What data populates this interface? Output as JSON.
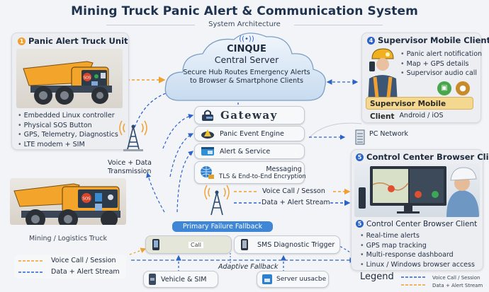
{
  "header": {
    "title": "Mining Truck Panic Alert & Communication System",
    "subtitle": "System Architecture"
  },
  "truck_unit": {
    "number": "1",
    "title": "Panic Alert Truck Unit",
    "sos_label": "SOS",
    "features": [
      "Embedded Linux controller",
      "Physical SOS Button",
      "GPS, Telemetry, Diagnostics",
      "LTE modem + SIM"
    ]
  },
  "tower_label": {
    "line1": "Voice + Data",
    "line2": "Transmission"
  },
  "central_server": {
    "name": "CINQUE",
    "title": "Central Server",
    "desc_line1": "Secure Hub Routes Emergency Alerts",
    "desc_line2": "to Browser & Smartphone Clients"
  },
  "server_modules": [
    {
      "label": "Gateway",
      "icon": "lock-icon"
    },
    {
      "label": "Panic Event Engine",
      "icon": "warning-icon"
    },
    {
      "label": "Alert & Service",
      "icon": "window-icon"
    },
    {
      "label": "Messaging",
      "sublabel": "TLS & End-to-End Encryption",
      "icon": "globe-lock-icon"
    }
  ],
  "supervisor": {
    "number": "4",
    "title": "Supervisor Mobile Client",
    "features": [
      "Panic alert notification",
      "Map + GPS details",
      "Supervisor audio call"
    ],
    "banner": "Supervisor Mobile Client",
    "platform": "Android / iOS"
  },
  "pc_network": {
    "label": "PC Network"
  },
  "control_center": {
    "number": "5",
    "title": "Control Center Browser Client",
    "caption": "Control Center Browser Client",
    "features": [
      "Real-time alerts",
      "GPS map tracking",
      "Multi-response dashboard",
      "Linux / Windows browser access"
    ]
  },
  "mid_streams": {
    "voice": "Voice Call / Sesson",
    "data": "Data + Alert Stream"
  },
  "truck2": {
    "caption": "Mining / Logistics Truck",
    "sos_label": "SOS"
  },
  "left_legend": {
    "voice": "Voice Call / Session",
    "data": "Data + Alert Stream"
  },
  "fallback": {
    "banner": "Primary Failure Fallback",
    "call": "Call",
    "sms": "SMS Diagnostic Trigger",
    "adaptive": "Adaptive Fallback",
    "vehicle": "Vehicle & SIM",
    "server": "Server uusacbe"
  },
  "legend": {
    "title": "Legend",
    "voice": "Voice Call / Session",
    "data": "Data + Alert Stream"
  },
  "colors": {
    "voice_orange": "#f0a030",
    "data_blue": "#2b63c9",
    "truck_yellow": "#f2a52a",
    "banner_blue": "#3f86d6"
  }
}
